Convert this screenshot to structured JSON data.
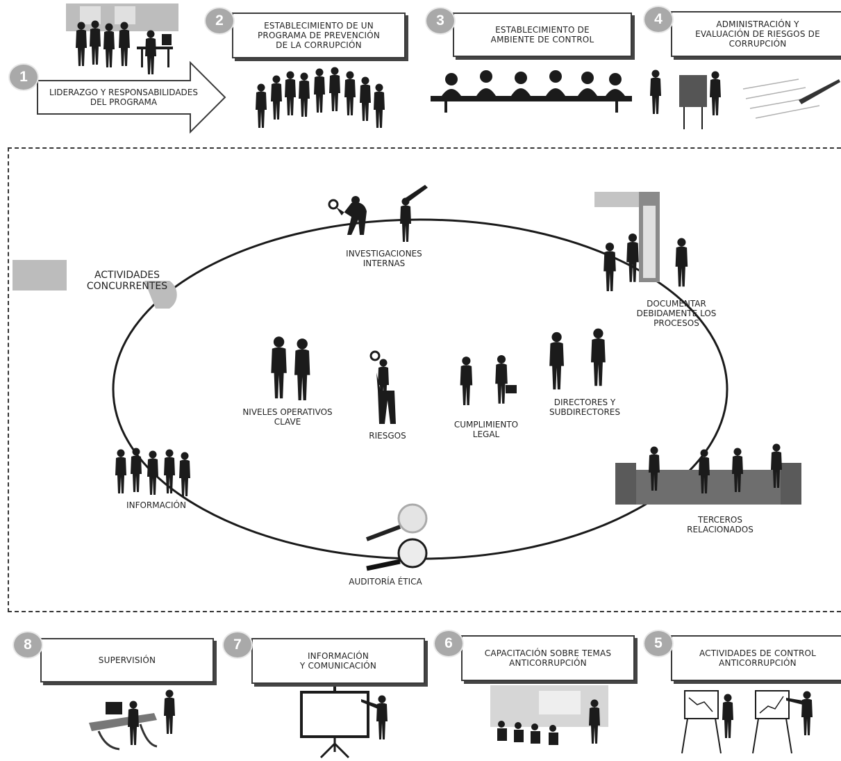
{
  "top_steps": [
    {
      "number": "1",
      "label": "LIDERAZGO Y RESPONSABILIDADES\nDEL PROGRAMA"
    },
    {
      "number": "2",
      "label": "ESTABLECIMIENTO DE UN\nPROGRAMA DE PREVENCIÓN\nDE LA CORRUPCIÓN"
    },
    {
      "number": "3",
      "label": "ESTABLECIMIENTO DE\nAMBIENTE DE CONTROL"
    },
    {
      "number": "4",
      "label": "ADMINISTRACIÓN Y\nEVALUACIÓN DE RIESGOS DE\nCORRUPCIÓN"
    }
  ],
  "bottom_steps": [
    {
      "number": "8",
      "label": "SUPERVISIÓN"
    },
    {
      "number": "7",
      "label": "INFORMACIÓN\nY COMUNICACIÓN"
    },
    {
      "number": "6",
      "label": "CAPACITACIÓN SOBRE TEMAS\nANTICORRUPCIÓN"
    },
    {
      "number": "5",
      "label": "ACTIVIDADES DE CONTROL\nANTICORRUPCIÓN"
    }
  ],
  "cycle": {
    "title": "ACTIVIDADES\nCONCURRENTES",
    "nodes": {
      "investigaciones": "INVESTIGACIONES\nINTERNAS",
      "documentar": "DOCUMENTAR\nDEBIDAMENTE LOS\nPROCESOS",
      "terceros": "TERCEROS\nRELACIONADOS",
      "auditoria": "AUDITORÍA ÉTICA",
      "informacion": "INFORMACIÓN"
    },
    "center": {
      "niveles": "NIVELES OPERATIVOS\nCLAVE",
      "riesgos": "RIESGOS",
      "cumplimiento": "CUMPLIMIENTO\nLEGAL",
      "directores": "DIRECTORES Y\nSUBDIRECTORES"
    }
  }
}
